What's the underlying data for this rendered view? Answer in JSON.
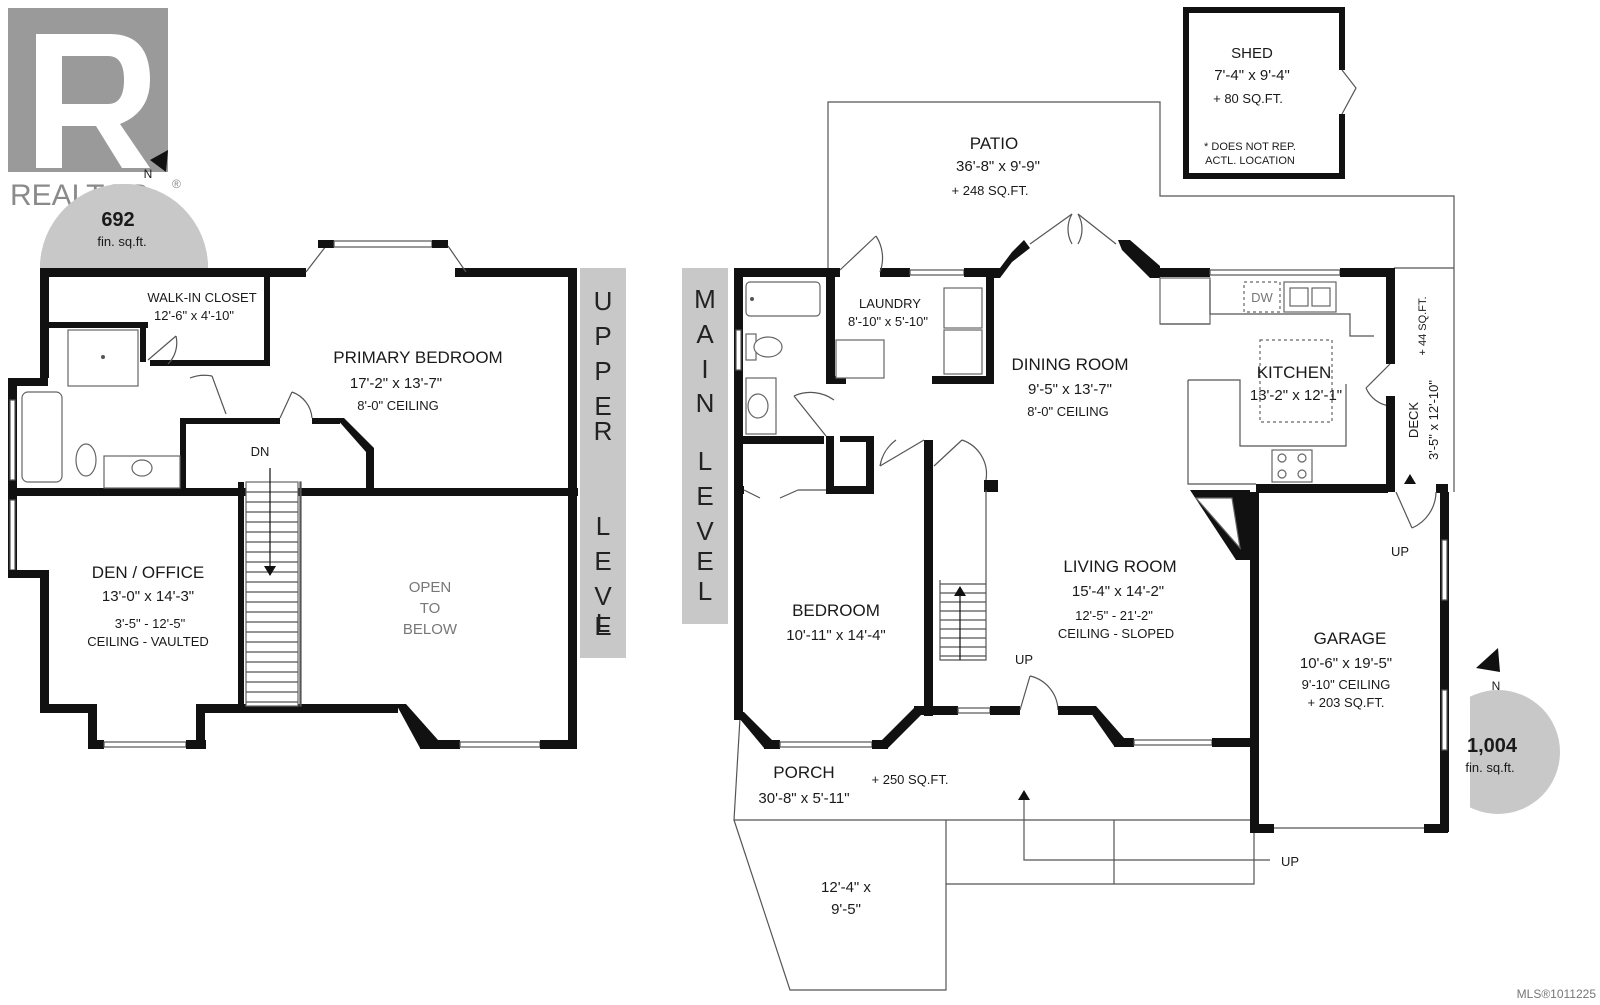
{
  "brand": {
    "logo_text": "REALTOR",
    "logo_mark": "R"
  },
  "mls": "MLS®1011225",
  "upper": {
    "level_label": [
      "U",
      "P",
      "P",
      "E",
      "R",
      "",
      "L",
      "E",
      "V",
      "E",
      "L"
    ],
    "sqft": "692",
    "sqft_unit": "fin. sq.ft.",
    "north": "N",
    "rooms": {
      "walkin": {
        "name": "WALK-IN CLOSET",
        "dims": "12'-6\" x 4'-10\""
      },
      "primary": {
        "name": "PRIMARY BEDROOM",
        "dims": "17'-2\" x 13'-7\"",
        "ceiling": "8'-0\" CEILING"
      },
      "den": {
        "name": "DEN / OFFICE",
        "dims": "13'-0\" x 14'-3\"",
        "ceiling1": "3'-5\" - 12'-5\"",
        "ceiling2": "CEILING - VAULTED"
      },
      "open": {
        "l1": "OPEN",
        "l2": "TO",
        "l3": "BELOW"
      },
      "stair_dn": "DN"
    }
  },
  "main": {
    "level_label": [
      "M",
      "A",
      "I",
      "N",
      "",
      "L",
      "E",
      "V",
      "E",
      "L"
    ],
    "sqft": "1,004",
    "sqft_unit": "fin. sq.ft.",
    "north": "N",
    "rooms": {
      "shed": {
        "name": "SHED",
        "dims": "7'-4\" x 9'-4\"",
        "area": "+ 80 SQ.FT.",
        "note1": "* DOES NOT REP.",
        "note2": "ACTL. LOCATION"
      },
      "patio": {
        "name": "PATIO",
        "dims": "36'-8\" x 9'-9\"",
        "area": "+ 248 SQ.FT."
      },
      "laundry": {
        "name": "LAUNDRY",
        "dims": "8'-10\" x 5'-10\""
      },
      "dining": {
        "name": "DINING ROOM",
        "dims": "9'-5\" x 13'-7\"",
        "ceiling": "8'-0\" CEILING"
      },
      "kitchen": {
        "name": "KITCHEN",
        "dims": "13'-2\" x 12'-1\"",
        "dw": "DW"
      },
      "deck": {
        "name": "DECK",
        "dims": "3'-5\" x 12'-10\"",
        "area": "+ 44 SQ.FT."
      },
      "living": {
        "name": "LIVING ROOM",
        "dims": "15'-4\" x 14'-2\"",
        "ceiling1": "12'-5\" - 21'-2\"",
        "ceiling2": "CEILING - SLOPED"
      },
      "bedroom": {
        "name": "BEDROOM",
        "dims": "10'-11\" x 14'-4\""
      },
      "garage": {
        "name": "GARAGE",
        "dims": "10'-6\" x 19'-5\"",
        "ceiling": "9'-10\" CEILING",
        "area": "+ 203 SQ.FT."
      },
      "porch": {
        "name": "PORCH",
        "dims": "30'-8\" x 5'-11\"",
        "area": "+ 250 SQ.FT."
      },
      "lower": {
        "l1": "12'-4\" x",
        "l2": "9'-5\""
      },
      "up1": "UP",
      "up2": "UP",
      "up3": "UP"
    }
  }
}
